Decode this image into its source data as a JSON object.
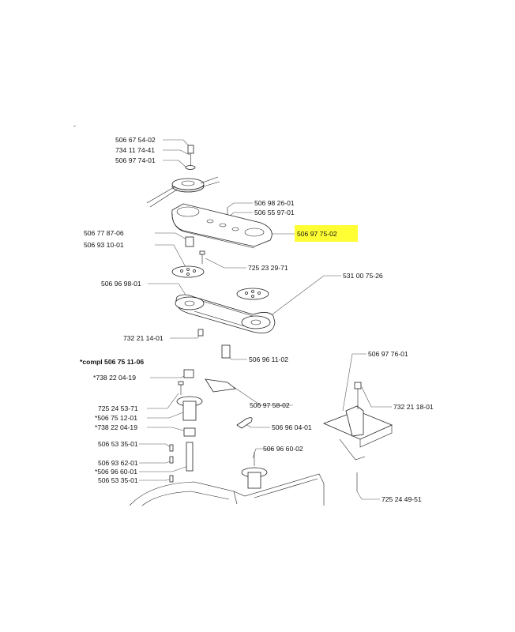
{
  "dash": "-",
  "highlight_color": "#ffff33",
  "labels": [
    {
      "id": "p01",
      "text": "506 67 54-02"
    },
    {
      "id": "p02",
      "text": "734 11 74-41"
    },
    {
      "id": "p03",
      "text": "506 97 74-01"
    },
    {
      "id": "p04",
      "text": "506 98 26-01"
    },
    {
      "id": "p05",
      "text": "506 55 97-01"
    },
    {
      "id": "p06",
      "text": "506 97 75-02"
    },
    {
      "id": "p07",
      "text": "506 77 87-06"
    },
    {
      "id": "p08",
      "text": "506 93 10-01"
    },
    {
      "id": "p09",
      "text": "725 23 29-71"
    },
    {
      "id": "p10",
      "text": "531 00 75-26"
    },
    {
      "id": "p11",
      "text": "506 96 98-01"
    },
    {
      "id": "p12",
      "text": "732 21 14-01"
    },
    {
      "id": "p13",
      "text": "506 96 11-02"
    },
    {
      "id": "p14",
      "text": "*compl 506 75 11-06"
    },
    {
      "id": "p15",
      "text": "*738 22 04-19"
    },
    {
      "id": "p16",
      "text": "506 97 76-01"
    },
    {
      "id": "p17",
      "text": "732 21 18-01"
    },
    {
      "id": "p18",
      "text": "506 97 58-02"
    },
    {
      "id": "p19",
      "text": "725 24 53-71"
    },
    {
      "id": "p20",
      "text": "*506 75 12-01"
    },
    {
      "id": "p21",
      "text": "*738 22 04-19"
    },
    {
      "id": "p22",
      "text": "506 96 04-01"
    },
    {
      "id": "p23",
      "text": "506 53 35-01"
    },
    {
      "id": "p24",
      "text": "506 96 60-02"
    },
    {
      "id": "p25",
      "text": "506 93 62-01"
    },
    {
      "id": "p26",
      "text": "*506 96 60-01"
    },
    {
      "id": "p27",
      "text": "506 53 35-01"
    },
    {
      "id": "p28",
      "text": "725 24 49-51"
    }
  ]
}
